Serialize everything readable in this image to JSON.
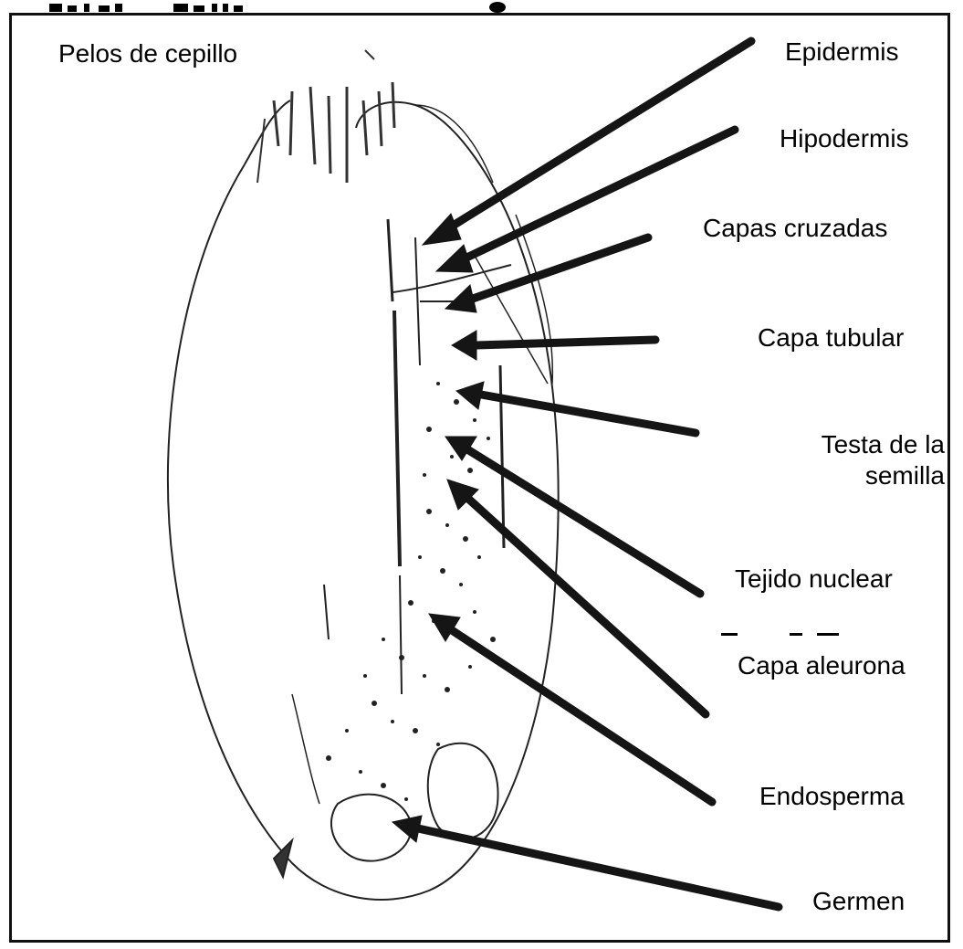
{
  "labels": {
    "pelos": "Pelos de cepillo",
    "epidermis": "Epidermis",
    "hipodermis": "Hipodermis",
    "capas_cruzadas": "Capas cruzadas",
    "capa_tubular": "Capa tubular",
    "testa_line1": "Testa de la",
    "testa_line2": "semilla",
    "tejido_nuclear": "Tejido nuclear",
    "capa_aleurona": "Capa aleurona",
    "endosperma": "Endosperma",
    "germen": "Germen"
  },
  "colors": {
    "ink": "#000000",
    "background": "#ffffff",
    "arrow": "#151515"
  }
}
